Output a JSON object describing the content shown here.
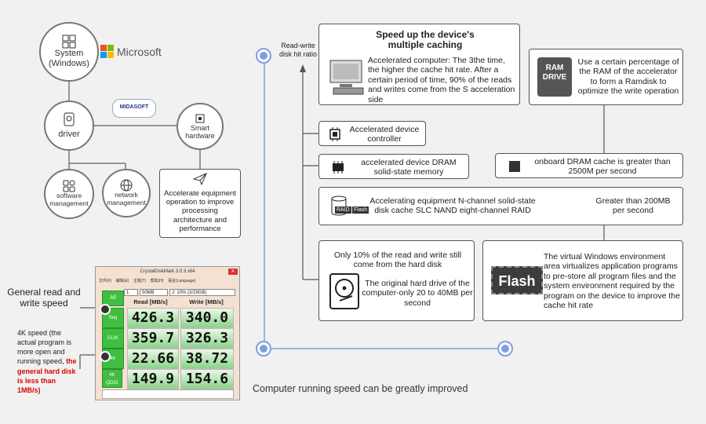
{
  "left_tree": {
    "system": "System (Windows)",
    "microsoft": "Microsoft",
    "driver": "driver",
    "midasoft": "MIDASOFT",
    "smart": "Smart hardware",
    "software": "software management",
    "network": "network management",
    "accelerate": "Accelerate equipment operation to improve processing architecture and performance"
  },
  "flow": {
    "axis_label": "Read-write disk hit ratio",
    "speedup_title": "Speed up the device's multiple caching",
    "speedup_text": "Accelerated computer: The 3the time, the higher the cache hit rate. After a certain period of time, 90% of the reads and writes come from the S acceleration side",
    "ramdrive_icon": "RAM DRIVE",
    "ramdrive_text": "Use a certain percentage of the RAM of the accelerator to form a Ramdisk to optimize the write operation",
    "controller": "Accelerated device controller",
    "dram": "accelerated device DRAM solid-state memory",
    "dram_speed": "onboard DRAM cache is greater than 2500M per second",
    "raid_icon": "RAID",
    "flash_small": "Flash",
    "raid_text": "Accelerating equipment N-channel solid-state disk cache SLC NAND eight-channel RAID",
    "raid_speed": "Greater than 200MB per second",
    "hdd_top": "Only 10% of the read and write still come from the hard disk",
    "hdd_bottom": "The original hard drive of the computer-only 20 to 40MB per second",
    "flash_big": "Flash",
    "flash_text": "The virtual Windows environment area virtualizes application programs to pre-store all program files and the system environment required by the program on the device to improve the cache hit rate",
    "bottom_caption": "Computer running speed can be greatly improved"
  },
  "benchmark": {
    "label_general": "General read and write speed",
    "label_4k_black": "4K speed (the actual program is more open and running speed,",
    "label_4k_red": "the general hard disk is less than 1MB/s)",
    "window_title": "CrystalDiskMark 3.0.3 x64",
    "menu": [
      "文件(F)",
      "编辑(E)",
      "主题(T)",
      "帮助(H)",
      "语言(Language)"
    ],
    "count": "1",
    "size": "50MB",
    "drive": "J: 10% (3/29GB)",
    "all_button": "All",
    "read_header": "Read [MB/s]",
    "write_header": "Write [MB/s]",
    "rows": [
      {
        "label": "Seq",
        "read": "426.3",
        "write": "340.0"
      },
      {
        "label": "512K",
        "read": "359.7",
        "write": "326.3"
      },
      {
        "label": "4K",
        "read": "22.66",
        "write": "38.72"
      },
      {
        "label": "4K QD32",
        "read": "149.9",
        "write": "154.6"
      }
    ],
    "colors": {
      "red": "#e00000",
      "green": "#3fbe3f",
      "blue_dot": "#7f9fe0"
    }
  }
}
